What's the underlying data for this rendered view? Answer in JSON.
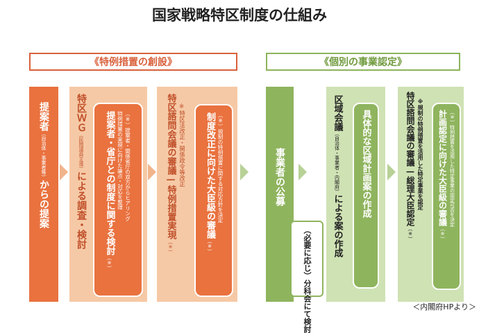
{
  "title": "国家戦略特区制度の仕組み",
  "banners": {
    "left": "《特例措置の創設》",
    "right": "《個別の事業認定》"
  },
  "col1": {
    "a": "提案者",
    "note": "（自治体・事業者等）",
    "b": "からの提案"
  },
  "col2": {
    "head": "特区ＷＧ",
    "note": "（民間議員主導）",
    "tail": "による調査・検討",
    "box_main": "提案者・省庁との制度に関する検討",
    "box_sub1": "（※）",
    "box_sub2": "（※）提案者・関係省庁の双方からヒアリング",
    "box_sub3": "特例措置の実現に向けた論点・対応を整理"
  },
  "col3": {
    "a": "特区諮問会議の審議",
    "b": "特例措置実現",
    "b_note": "（※）",
    "note": "※特区法改正・関係政令等改正",
    "box_main": "制度改正に向けた大臣級の審議",
    "box_note": "（※）",
    "box_sub": "（※）規制の特例措置に関する対応方針を決定"
  },
  "col4": {
    "text": "事業者の公募"
  },
  "col5": {
    "head": "区域会議",
    "note": "（自治体・事業者・内閣府）",
    "tail": "による案の作成",
    "box_main": "具体的な区域計画案の作成",
    "sub_box": "（必要に応じ）分科会にて検討"
  },
  "col6": {
    "a": "特区諮問会議の審議",
    "b": "総理大臣認定",
    "b_note": "（※）",
    "note": "※規制の特例措置を活用した特定事業を認定",
    "box_main": "計画認定に向けた大臣級の審議",
    "box_note": "（※）",
    "box_sub": "（※）特例措置を活用した特定事業の認定可否を決定"
  },
  "credit": "＜内閣府HPより＞",
  "colors": {
    "orange_dark": "#e9723f",
    "orange_light": "#f6c9a6",
    "green_dark": "#8fb45e",
    "green_light": "#cfe2b4"
  }
}
